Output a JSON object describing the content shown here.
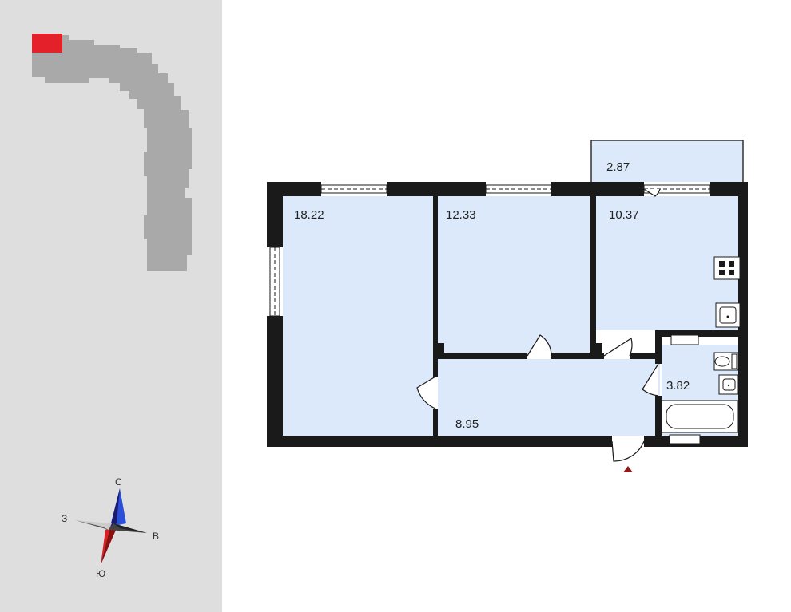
{
  "colors": {
    "side_panel_bg": "#dedede",
    "building": "#a9a9a9",
    "apartment_marker": "#e4202a",
    "room_fill": "#dbe9fb",
    "wall": "#1a1a1a",
    "entrance_marker": "#8a1c1c",
    "compass_north": "#2a4fd8",
    "compass_south": "#d81f26"
  },
  "compass": {
    "north": "С",
    "south": "Ю",
    "west": "З",
    "east": "В"
  },
  "rooms": {
    "living_room": {
      "area": "18.22"
    },
    "bedroom": {
      "area": "12.33"
    },
    "kitchen": {
      "area": "10.37"
    },
    "balcony": {
      "area": "2.87"
    },
    "hallway": {
      "area": "8.95"
    },
    "bathroom": {
      "area": "3.82"
    }
  },
  "icons": [
    "building-outline",
    "apartment-marker",
    "compass-rose",
    "stove-icon",
    "sink-icon",
    "toilet-icon",
    "washbasin-icon",
    "bathtub-icon",
    "entrance-arrow-icon"
  ]
}
